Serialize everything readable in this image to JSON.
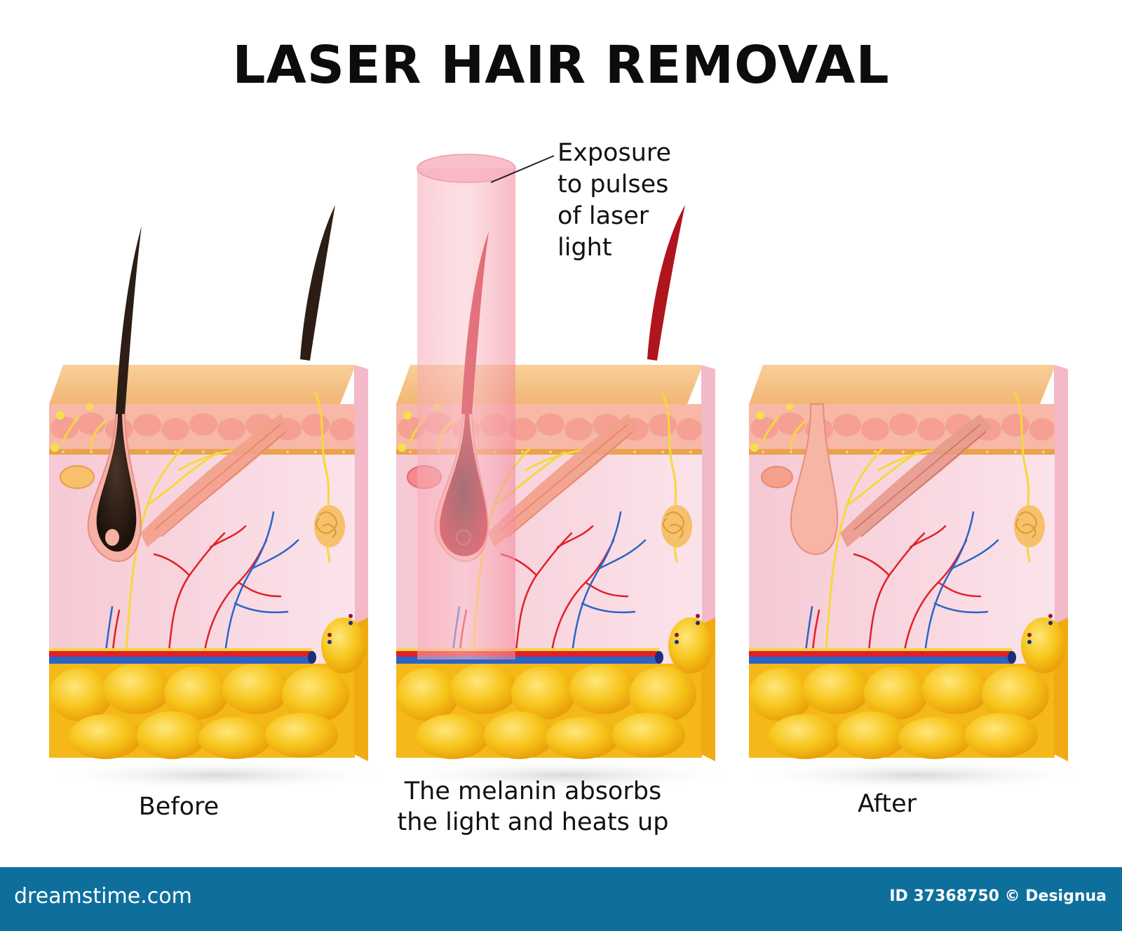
{
  "title": "LASER HAIR REMOVAL",
  "callout": {
    "lines": [
      "Exposure",
      "to pulses",
      "of laser",
      "light"
    ]
  },
  "panels": [
    {
      "label_lines": [
        "Before"
      ]
    },
    {
      "label_lines": [
        "The melanin absorbs",
        "the light and heats up"
      ]
    },
    {
      "label_lines": [
        "After"
      ]
    }
  ],
  "footer": {
    "brand": "dreamstime.com",
    "stock_id": "ID 37368750 © Designua"
  },
  "colors": {
    "epidermis_top": "#f5c48a",
    "dermis": "#fbdde6",
    "fat": "#f7c51c",
    "hair_dark": "#2c1e14",
    "hair_heated": "#b0141c",
    "laser_beam": "#f28d9c",
    "artery": "#e02028",
    "vein": "#2a64c9",
    "nerve": "#f6d83a",
    "footer_bg": "#0e6f9c"
  }
}
